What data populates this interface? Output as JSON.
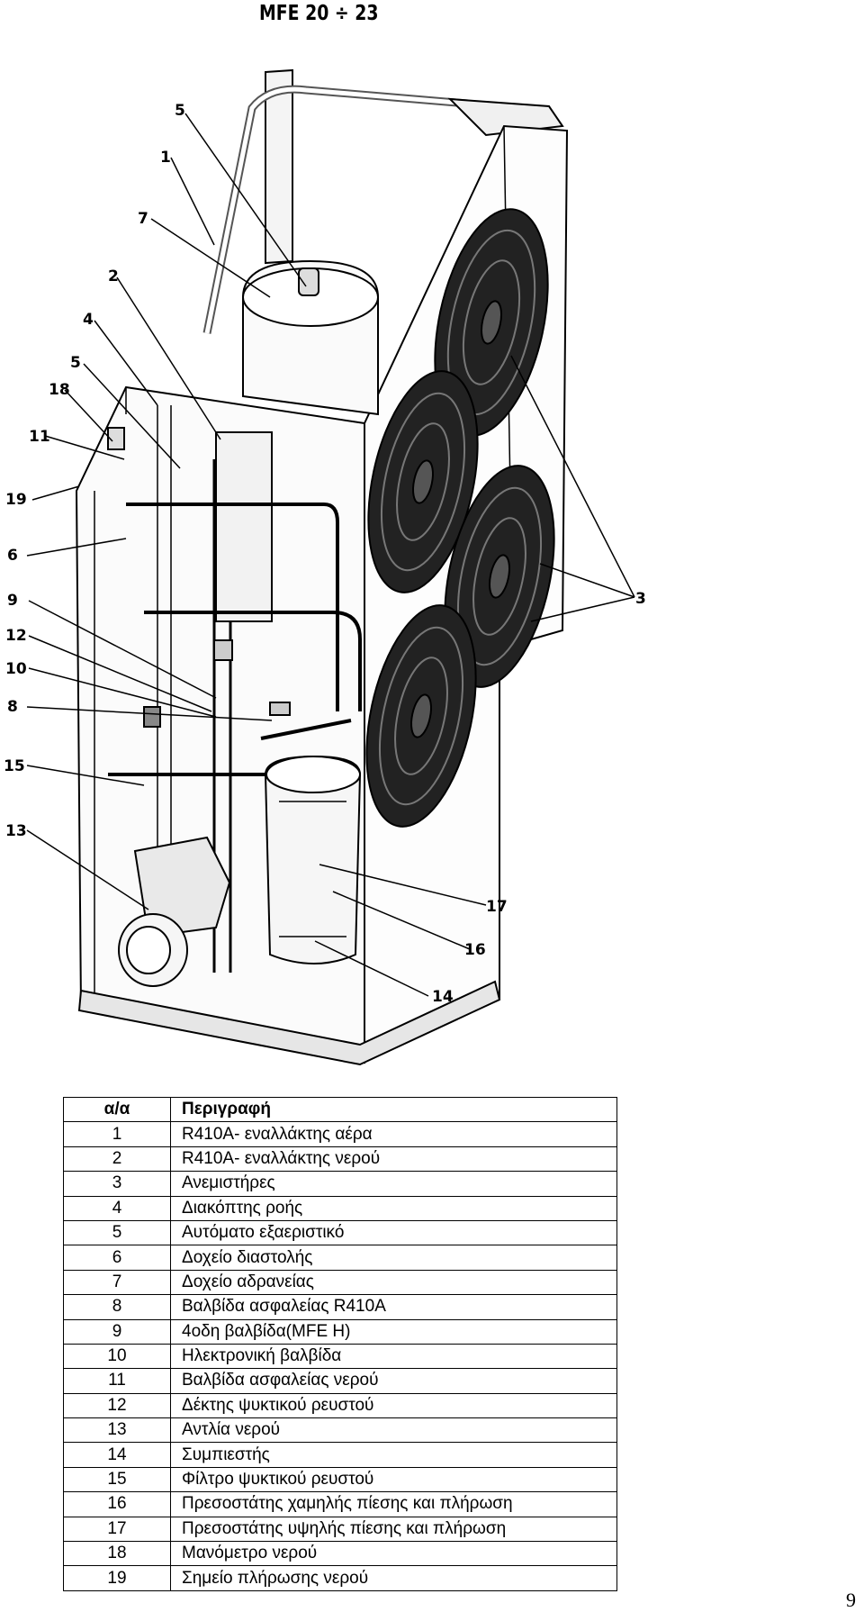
{
  "title": "MFE 20 ÷ 23",
  "page_number": "9",
  "callouts": {
    "c1": "1",
    "c2": "2",
    "c3": "3",
    "c4": "4",
    "c5a": "5",
    "c5b": "5",
    "c6": "6",
    "c7": "7",
    "c8": "8",
    "c9": "9",
    "c10": "10",
    "c11": "11",
    "c12": "12",
    "c13": "13",
    "c14": "14",
    "c15": "15",
    "c16": "16",
    "c17": "17",
    "c18": "18",
    "c19": "19"
  },
  "table": {
    "headers": [
      "α/α",
      "Περιγραφή"
    ],
    "rows": [
      [
        "1",
        "R410A- εναλλάκτης αέρα"
      ],
      [
        "2",
        "R410A- εναλλάκτης νερού"
      ],
      [
        "3",
        "Ανεμιστήρες"
      ],
      [
        "4",
        "Διακόπτης ροής"
      ],
      [
        "5",
        "Αυτόματο εξαεριστικό"
      ],
      [
        "6",
        "Δοχείο διαστολής"
      ],
      [
        "7",
        "Δοχείο αδρανείας"
      ],
      [
        "8",
        "Βαλβίδα ασφαλείας R410A"
      ],
      [
        "9",
        "4οδη βαλβίδα(MFE H)"
      ],
      [
        "10",
        "Ηλεκτρονική βαλβίδα"
      ],
      [
        "11",
        "Βαλβίδα ασφαλείας νερού"
      ],
      [
        "12",
        "Δέκτης ψυκτικού ρευστού"
      ],
      [
        "13",
        "Αντλία νερού"
      ],
      [
        "14",
        "Συμπιεστής"
      ],
      [
        "15",
        "Φίλτρο ψυκτικού ρευστού"
      ],
      [
        "16",
        "Πρεσοστάτης χαμηλής πίεσης και πλήρωση"
      ],
      [
        "17",
        "Πρεσοστάτης υψηλής πίεσης και πλήρωση"
      ],
      [
        "18",
        "Μανόμετρο νερού"
      ],
      [
        "19",
        "Σημείο πλήρωσης νερού"
      ]
    ]
  }
}
